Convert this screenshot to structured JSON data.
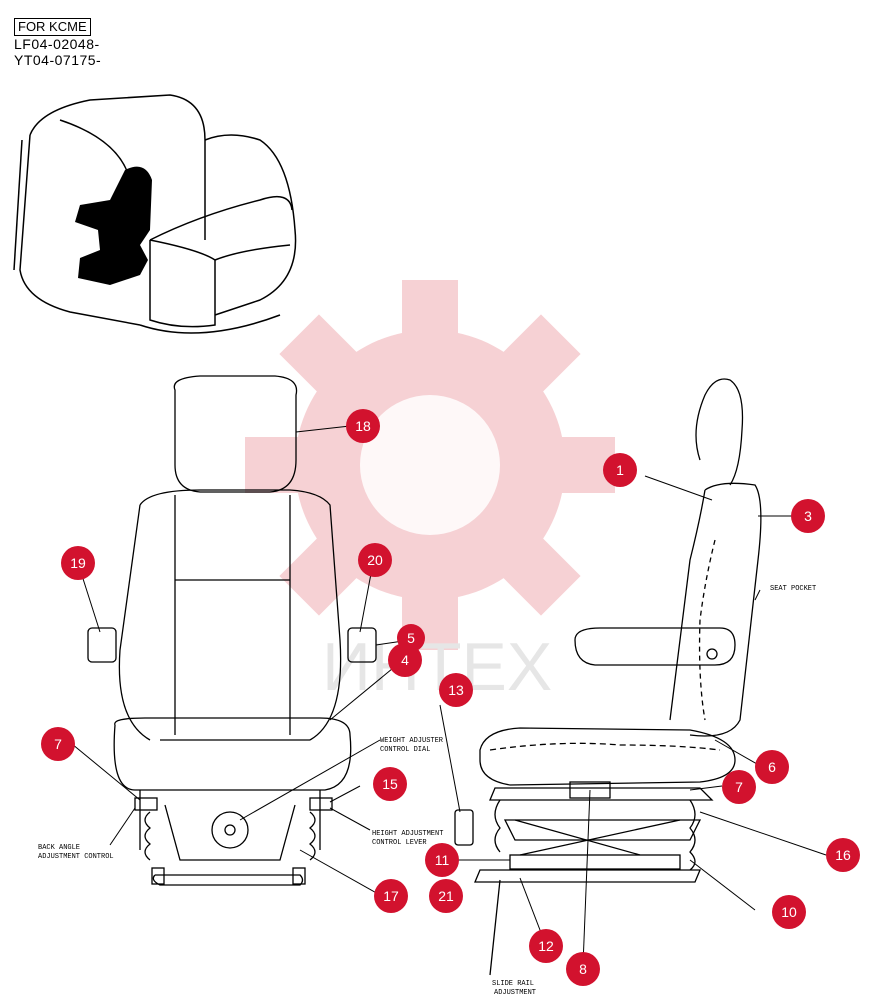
{
  "header": {
    "tag": "FOR KCME",
    "codes": [
      "LF04-02048-",
      "YT04-07175-"
    ]
  },
  "watermark": {
    "text": "ИНТЕХ",
    "color": "#f3c6c9"
  },
  "callouts": [
    {
      "number": "1"
    },
    {
      "number": "3"
    },
    {
      "number": "4"
    },
    {
      "number": "5"
    },
    {
      "number": "6"
    },
    {
      "number": "7"
    },
    {
      "number": "7"
    },
    {
      "number": "8"
    },
    {
      "number": "10"
    },
    {
      "number": "11"
    },
    {
      "number": "12"
    },
    {
      "number": "13"
    },
    {
      "number": "15"
    },
    {
      "number": "16"
    },
    {
      "number": "17"
    },
    {
      "number": "18"
    },
    {
      "number": "19"
    },
    {
      "number": "20"
    },
    {
      "number": "21"
    }
  ],
  "notes": {
    "seat_pocket": "SEAT POCKET",
    "weight_adjuster": [
      "WEIGHT ADJUSTER",
      "CONTROL DIAL"
    ],
    "height_adjustment": [
      "HEIGHT ADJUSTMENT",
      "CONTROL LEVER"
    ],
    "back_angle": [
      "BACK ANGLE",
      "ADJUSTMENT CONTROL"
    ],
    "slide_rail": [
      "SLIDE RAIL",
      "ADJUSTMENT"
    ]
  },
  "colors": {
    "callout": "#d2122e",
    "line": "#000000"
  }
}
